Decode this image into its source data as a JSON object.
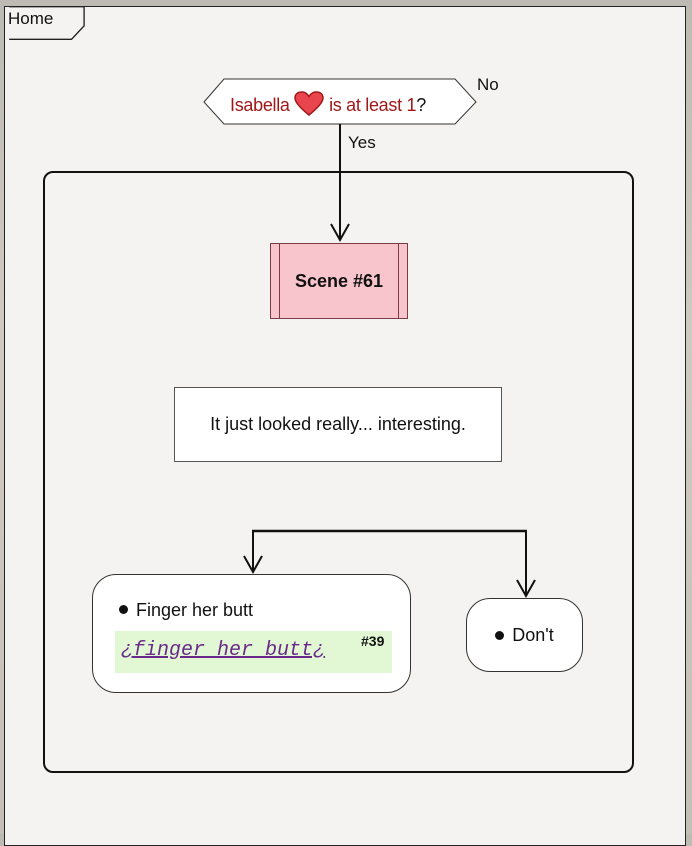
{
  "frame": {
    "title": "Home"
  },
  "decision": {
    "text_before": "Isabella",
    "text_after": "is at least 1",
    "question_mark": "?",
    "icon": "heart-icon",
    "yes_label": "Yes",
    "no_label": "No"
  },
  "scene": {
    "label": "Scene #61",
    "color": "#f8c5cc"
  },
  "note": {
    "text": "It just looked really... interesting."
  },
  "choices": [
    {
      "label": "Finger her butt",
      "code": "¿finger her butt¿",
      "code_ref": "#39"
    },
    {
      "label": "Don't"
    }
  ],
  "colors": {
    "condition_text": "#a01818",
    "heart": "#e8454f",
    "code_background": "#e2f7d4",
    "code_link": "#6a2a8a"
  }
}
